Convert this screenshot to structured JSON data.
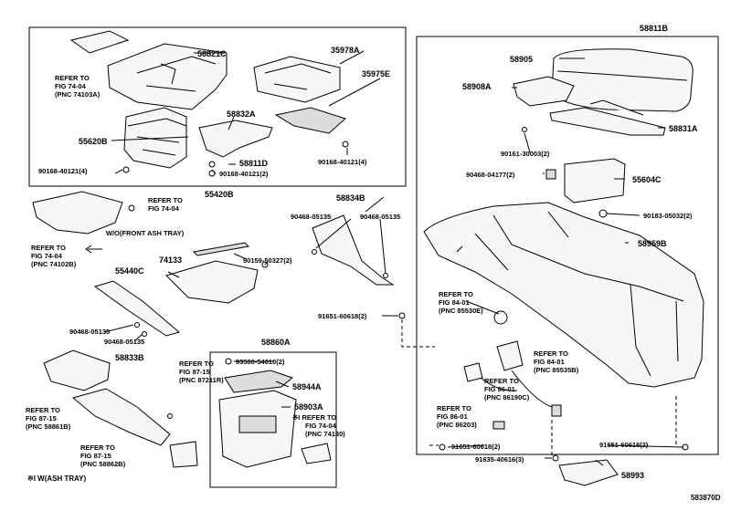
{
  "labels": {
    "p58811B": "58811B",
    "p58821C": "58821C",
    "p35978A": "35978A",
    "p35975E": "35975E",
    "p58905": "58905",
    "p58908A": "58908A",
    "p58831A": "58831A",
    "p55620B": "55620B",
    "p58832A": "58832A",
    "p58811D": "58811D",
    "p55420B": "55420B",
    "p55604C": "55604C",
    "p58834B": "58834B",
    "p74133": "74133",
    "p55440C": "55440C",
    "p58959B": "58959B",
    "p58833B": "58833B",
    "p58860A": "58860A",
    "p58944A": "58944A",
    "p58903A": "58903A",
    "p58993": "58993",
    "b90168_40121_4a": "90168-40121(4)",
    "b90168_40121_2": "90168-40121(2)",
    "b90168_40121_4b": "90168-40121(4)",
    "b90161_30003": "90161-30003(2)",
    "b90468_04177": "90468-04177(2)",
    "b90183_05032": "90183-05032(2)",
    "b90468_05135a": "90468-05135",
    "b90468_05135b": "90468-05135",
    "b90159_50327": "90159-50327(2)",
    "b90468_05135c": "90468-05135",
    "b90468_05135d": "90468-05135",
    "b91651_60618a": "91651-60618(2)",
    "b93560_54010": "93560-54010(2)",
    "b91651_60618b": "91651-60618(2)",
    "b91651_60618c": "91651-60618(2)",
    "b91635_40616": "91635-40616(3)"
  },
  "refs": {
    "r1": [
      "REFER TO",
      "FIG 74-04",
      "(PNC 74103A)"
    ],
    "r2": [
      "REFER TO",
      "FIG 74-04"
    ],
    "r3": [
      "REFER TO",
      "FIG 74-04",
      "(PNC 74102B)"
    ],
    "r4": [
      "REFER TO",
      "FIG 84-01",
      "(PNC 85530E)"
    ],
    "r5": [
      "REFER TO",
      "FIG 84-01",
      "(PNC 85535B)"
    ],
    "r6": [
      "REFER TO",
      "FIG 86-01",
      "(PNC 86190C)"
    ],
    "r7": [
      "REFER TO",
      "FIG 86-01",
      "(PNC 86203)"
    ],
    "r8": [
      "REFER TO",
      "FIG 87-15",
      "(PNC 87211R)"
    ],
    "r9": [
      "REFER TO",
      "FIG 87-15",
      "(PNC 58861B)"
    ],
    "r10": [
      "REFER TO",
      "FIG 87-15",
      "(PNC 58862B)"
    ],
    "r11": [
      "※I REFER TO",
      "FIG 74-04",
      "(PNC 74130)"
    ]
  },
  "wo_front_ash_tray": "W/O(FRONT ASH TRAY)",
  "footnote": "※I W(ASH TRAY)",
  "diagram_id": "583870D"
}
